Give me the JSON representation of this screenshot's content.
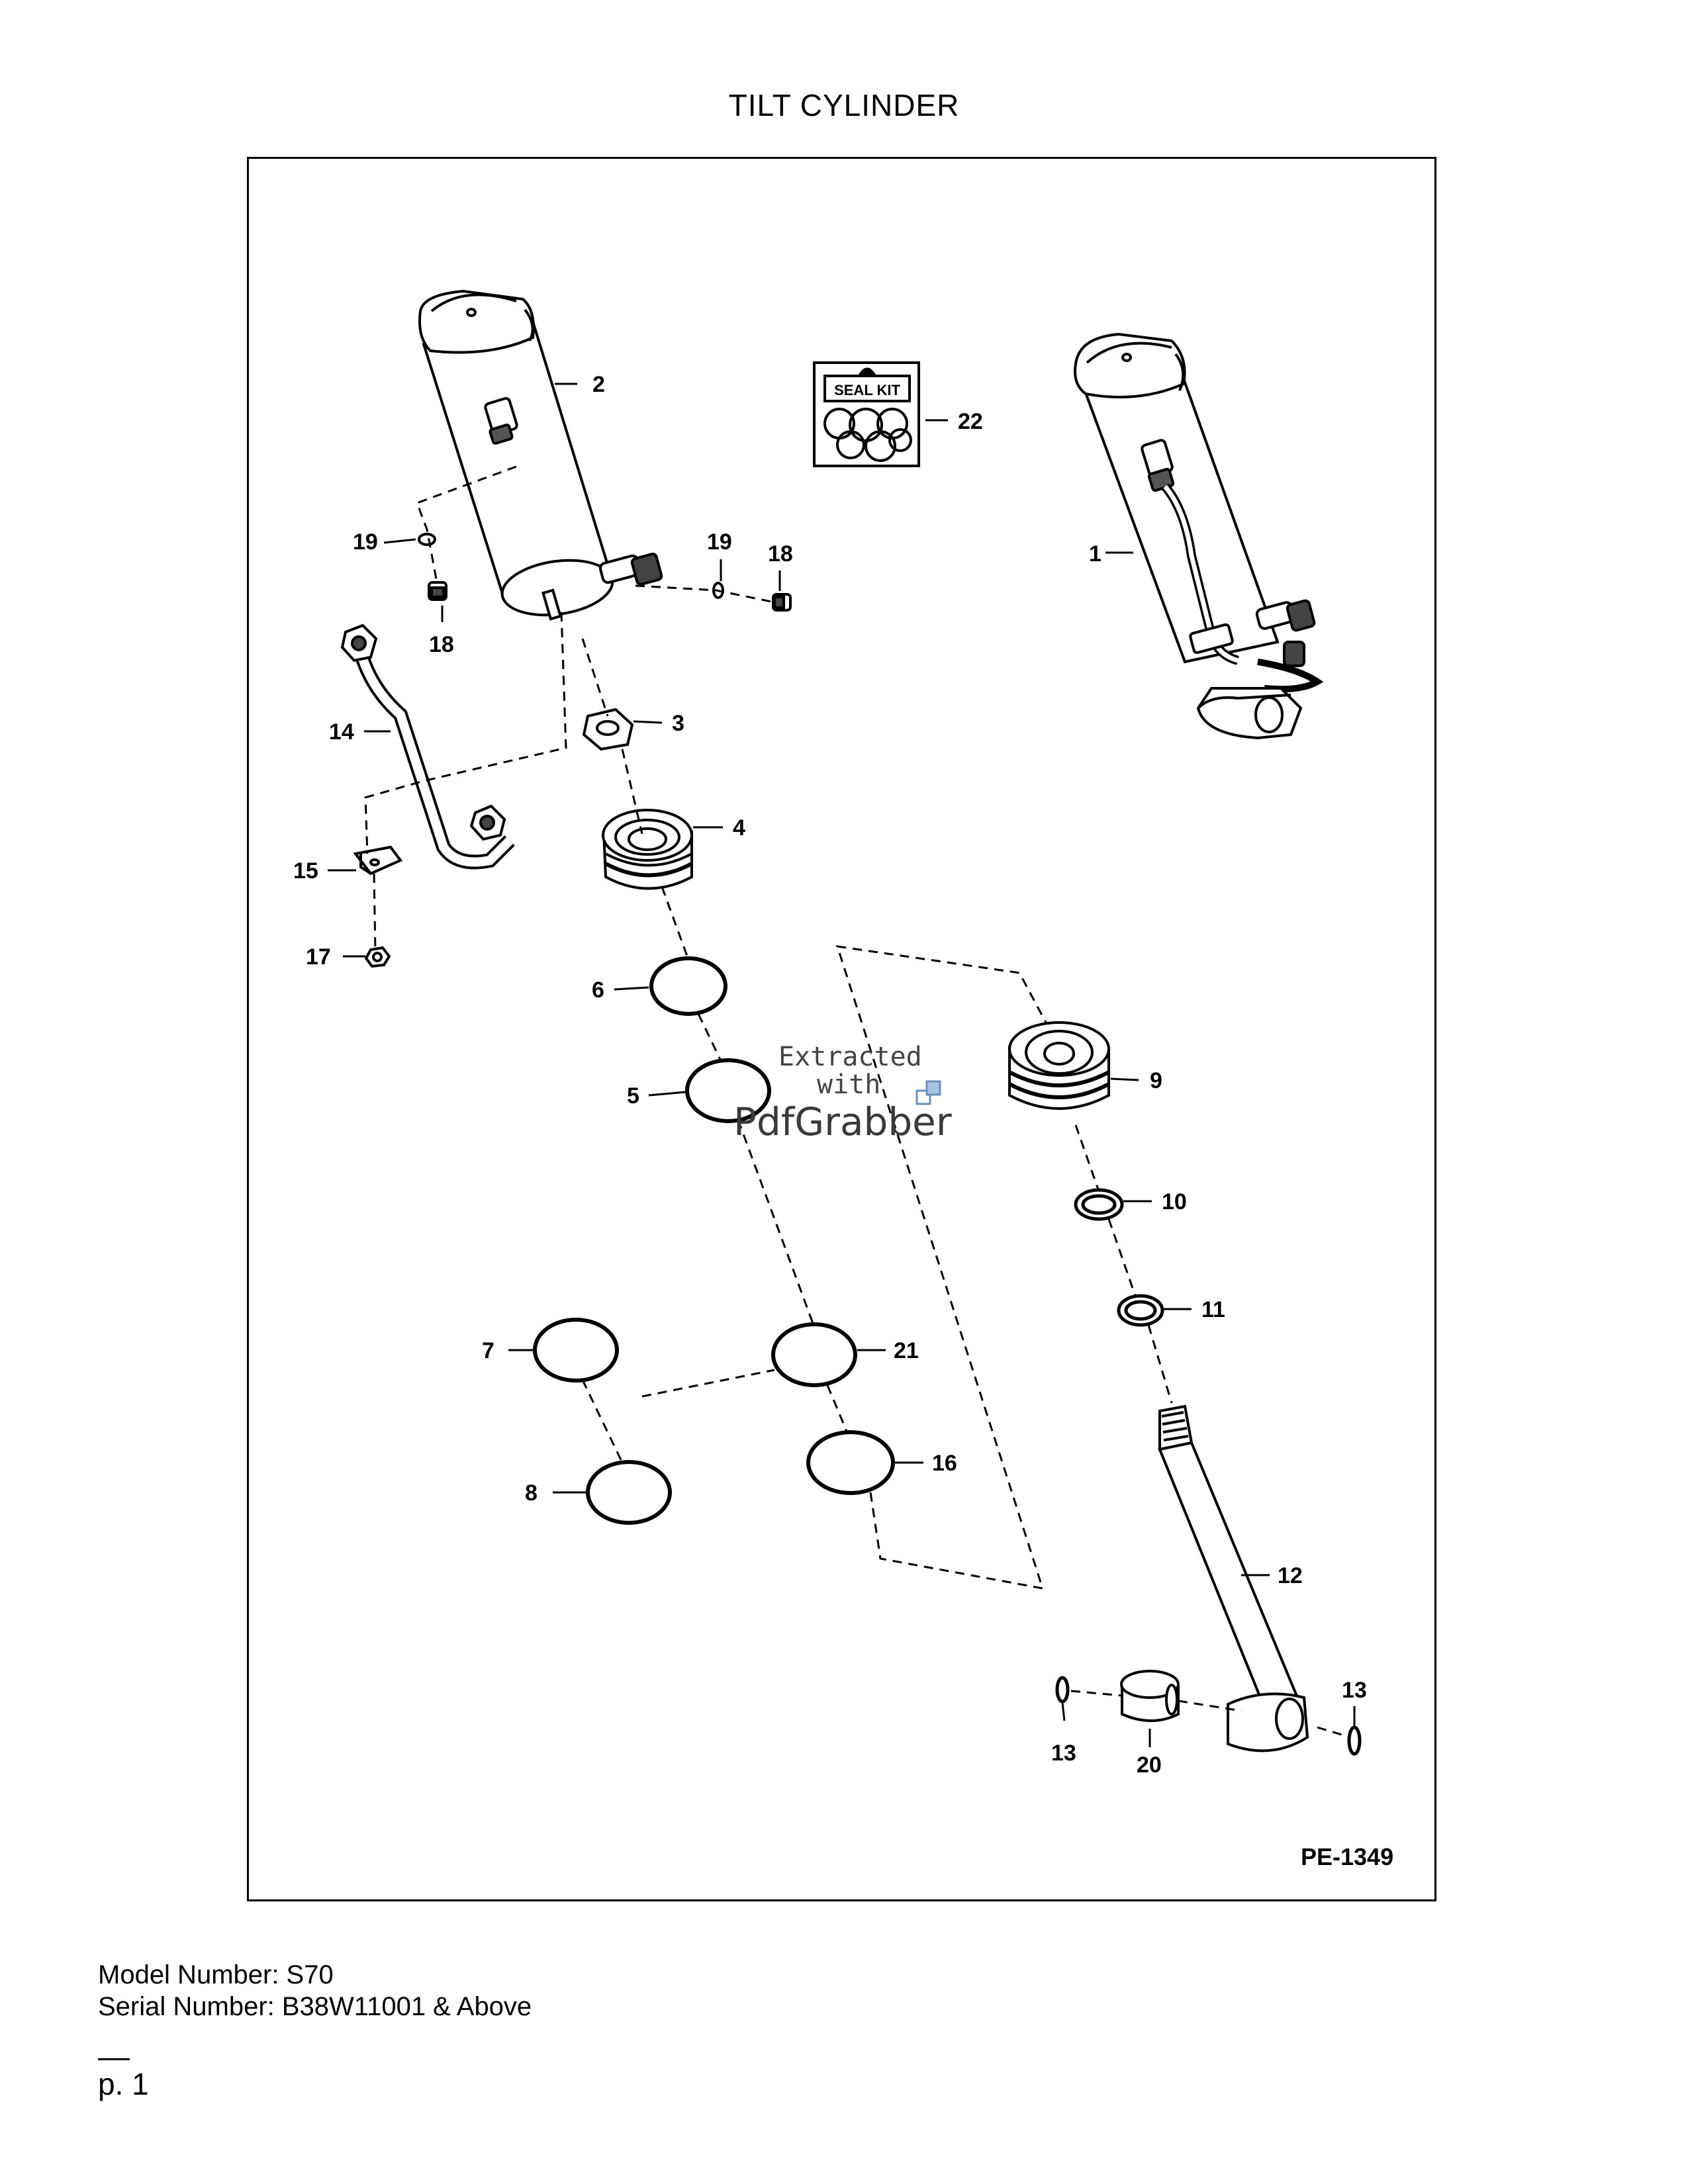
{
  "page": {
    "title": "TILT CYLINDER",
    "model_number": "Model Number: S70",
    "serial_number": "Serial Number: B38W11001 & Above",
    "page_number": "p. 1"
  },
  "diagram": {
    "reference": "PE-1349",
    "seal_kit_label": "SEAL KIT",
    "watermark": {
      "line1": "Extracted",
      "line2": "with",
      "line3": "PdfGrabber"
    },
    "callouts": {
      "c1": "1",
      "c2": "2",
      "c3": "3",
      "c4": "4",
      "c5": "5",
      "c6": "6",
      "c7": "7",
      "c8": "8",
      "c9": "9",
      "c10": "10",
      "c11": "11",
      "c12": "12",
      "c13a": "13",
      "c13b": "13",
      "c14": "14",
      "c15": "15",
      "c16": "16",
      "c17": "17",
      "c18a": "18",
      "c18b": "18",
      "c19a": "19",
      "c19b": "19",
      "c20": "20",
      "c21": "21",
      "c22": "22"
    }
  }
}
